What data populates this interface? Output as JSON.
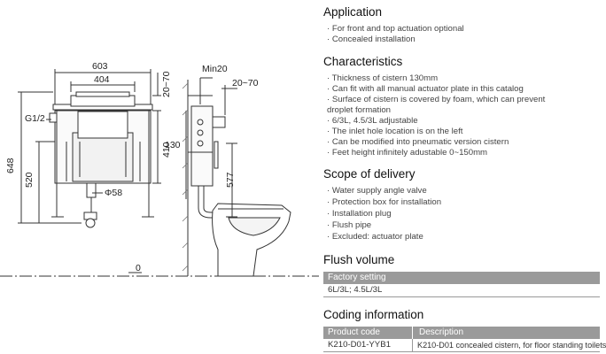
{
  "drawing": {
    "dims": {
      "w603": "603",
      "w404": "404",
      "r2070a": "20~70",
      "g12": "G1/2",
      "h648": "648",
      "h520": "520",
      "h410": "410",
      "d58": "Φ58",
      "min20": "Min20",
      "r2070b": "20~70",
      "w130": "130",
      "h577": "577",
      "zero": "0"
    }
  },
  "application": {
    "title": "Application",
    "items": [
      "· For front and top actuation optional",
      "· Concealed installation"
    ]
  },
  "characteristics": {
    "title": "Characteristics",
    "items": [
      "· Thickness of cistern 130mm",
      "· Can fit with all manual actuator plate in this catalog",
      "· Surface of cistern is covered by foam, which can prevent",
      "  droplet formation",
      "· 6/3L, 4.5/3L adjustable",
      "· The inlet hole location is on the left",
      "· Can be modified into pneumatic version cistern",
      "· Feet height infinitely adustable 0~150mm"
    ]
  },
  "scope": {
    "title": "Scope of delivery",
    "items": [
      "· Water supply angle valve",
      "· Protection box for installation",
      "· Installation plug",
      "· Flush pipe",
      "· Excluded:  actuator plate"
    ]
  },
  "flush": {
    "title": "Flush volume",
    "header": "Factory setting",
    "value": "6L/3L;  4.5L/3L"
  },
  "coding": {
    "title": "Coding information",
    "col1": "Product code",
    "col2": "Description",
    "code": "K210-D01-YYB1",
    "desc": "K210-D01 concealed cistern, for floor standing toilets"
  }
}
